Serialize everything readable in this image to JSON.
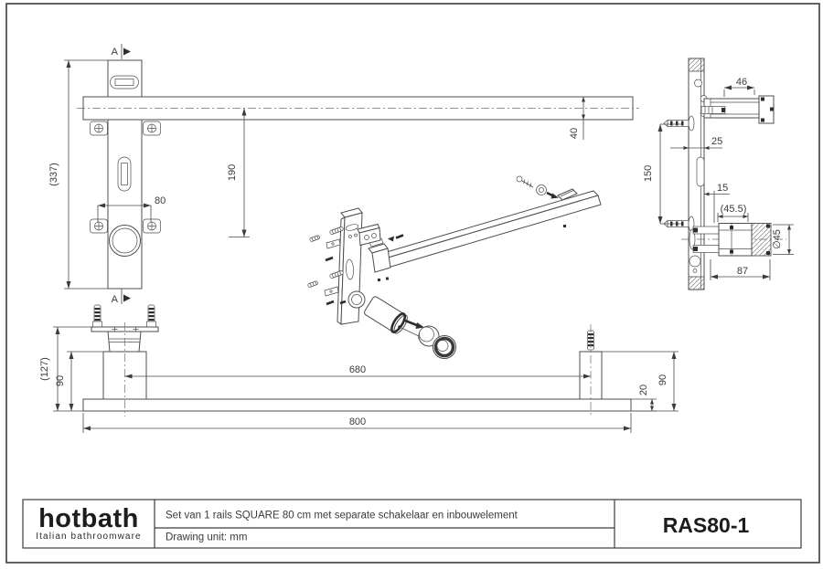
{
  "title_block": {
    "brand": "hotbath",
    "tagline": "Italian bathroomware",
    "description": "Set van 1 rails SQUARE 80 cm met separate schakelaar en inbouwelement",
    "drawing_unit": "Drawing unit: mm",
    "product_code": "RAS80-1"
  },
  "dims": {
    "front": {
      "section_label": "A",
      "overall_height": "(337)",
      "rail_center_to_switch": "190",
      "anchor_hole_spacing": "80",
      "rail_profile_height": "40"
    },
    "side": {
      "bracket_inset": "46",
      "plate_offset": "25",
      "anchor_vertical_spacing": "150",
      "switch_plate_gap": "15",
      "switch_body_length": "(45.5)",
      "switch_diameter": "∅45",
      "switch_overall_length": "87"
    },
    "bottom": {
      "overall_depth": "(127)",
      "post_height_left": "90",
      "post_center_spacing": "680",
      "rail_length": "800",
      "rail_profile_depth": "20",
      "post_height_right": "90"
    }
  },
  "colors": {
    "line": "#4d4d4d",
    "text": "#3b3b3b",
    "background": "#ffffff",
    "accent_dark": "#2e2e2e"
  }
}
